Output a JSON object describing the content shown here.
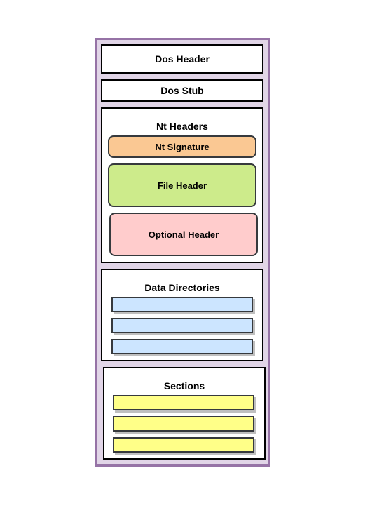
{
  "diagram": {
    "dos_header": "Dos Header",
    "dos_stub": "Dos Stub",
    "nt_headers": {
      "title": "Nt Headers",
      "nt_signature": "Nt Signature",
      "file_header": "File Header",
      "optional_header": "Optional Header"
    },
    "data_directories": {
      "title": "Data Directories",
      "entry_count": 3
    },
    "sections": {
      "title": "Sections",
      "entry_count": 3
    },
    "colors": {
      "outer_fill": "#e1d5e7",
      "outer_border": "#9673a6",
      "nt_signature_fill": "#fac893",
      "file_header_fill": "#cdeb8b",
      "optional_header_fill": "#ffcccc",
      "data_directory_fill": "#cce5ff",
      "section_fill": "#ffff88"
    }
  }
}
